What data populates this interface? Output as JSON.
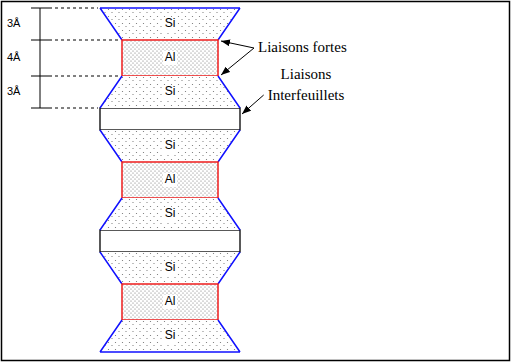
{
  "diagram": {
    "nodes": [
      {
        "text": [
          "Si"
        ]
      },
      {
        "text": [
          "Al"
        ]
      },
      {
        "text": [
          "Si"
        ]
      },
      {
        "text": [
          "Si"
        ]
      },
      {
        "text": [
          "Al"
        ]
      },
      {
        "text": [
          "Si"
        ]
      },
      {
        "text": [
          "Si"
        ]
      },
      {
        "text": [
          "Al"
        ]
      },
      {
        "text": [
          "Si"
        ]
      }
    ],
    "labels": [
      "3Å",
      "4Å",
      "3Å",
      "Liaisons fortes",
      "Liaisons Interfeuillets"
    ]
  }
}
